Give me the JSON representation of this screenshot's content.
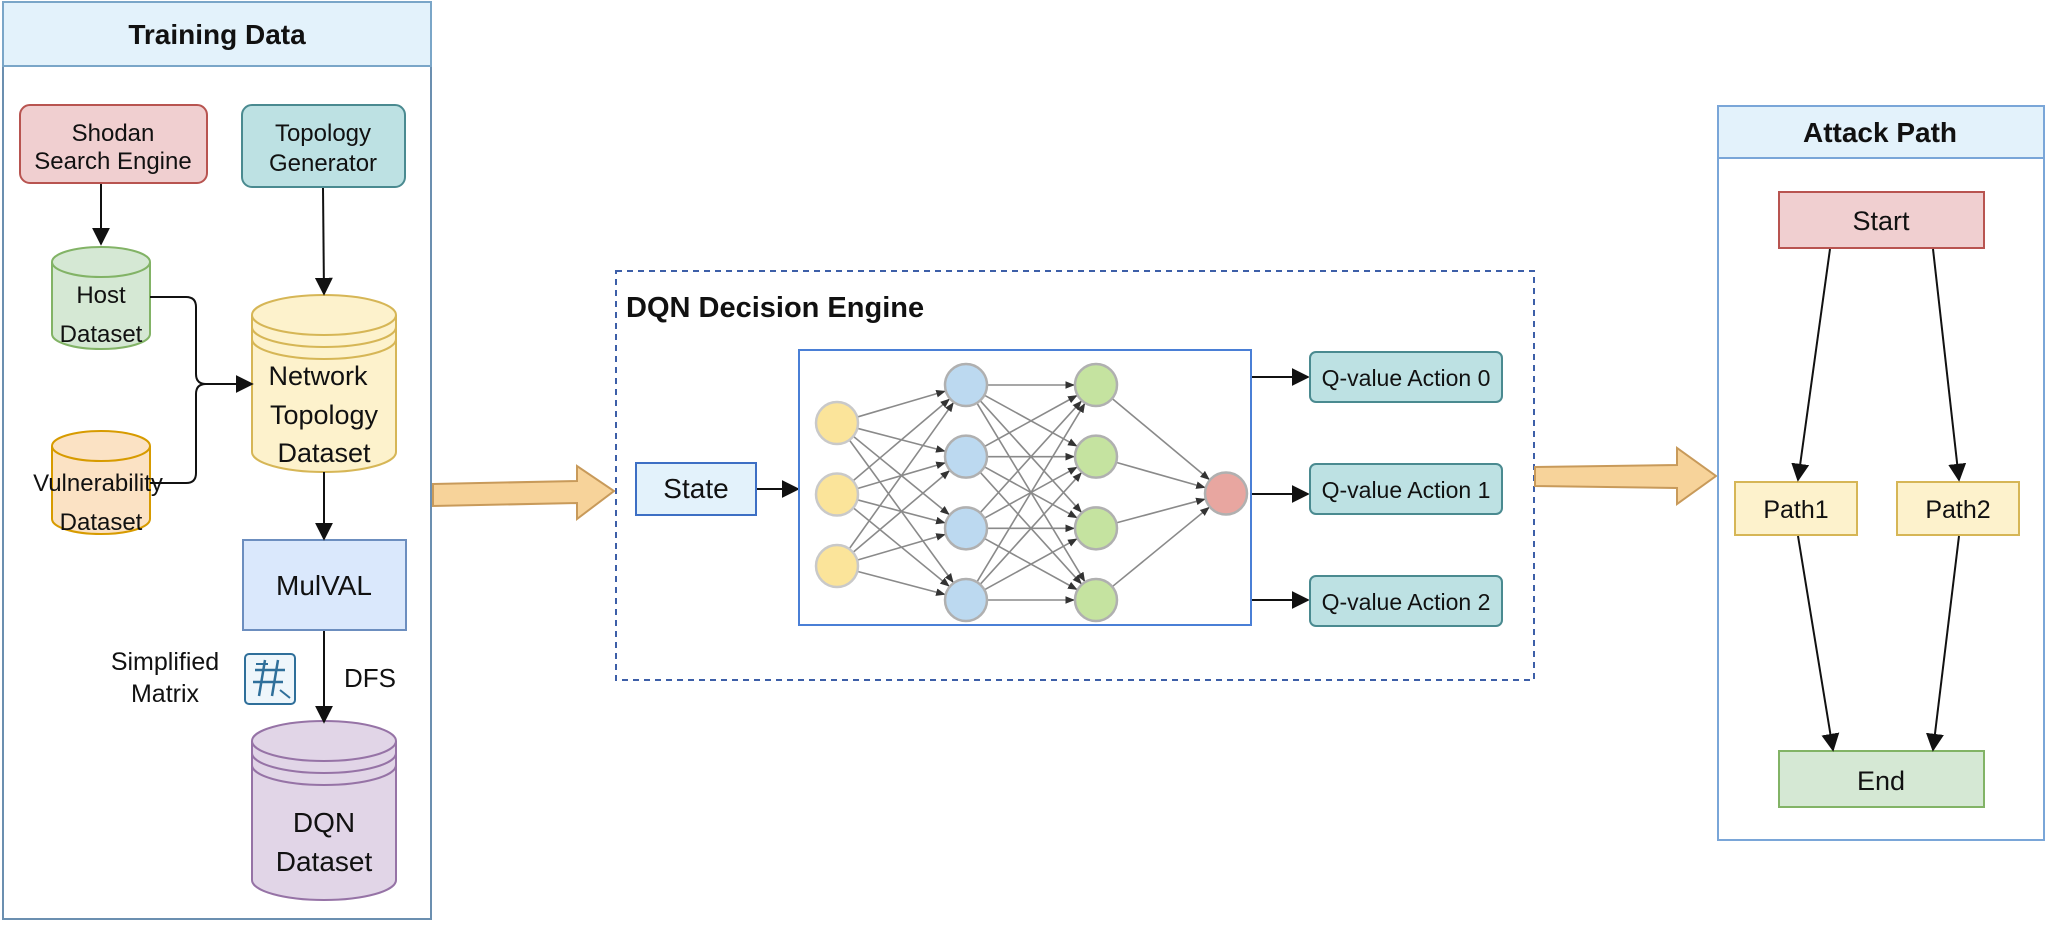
{
  "training": {
    "title": "Training Data",
    "shodan_line1": "Shodan",
    "shodan_line2": "Search Engine",
    "topology_line1": "Topology",
    "topology_line2": "Generator",
    "host_line1": "Host",
    "host_line2": "Dataset",
    "vuln_line1": "Vulnerability",
    "vuln_line2": "Dataset",
    "network_line1": "Network",
    "network_line2": "Topology",
    "network_line3": "Dataset",
    "mulval": "MulVAL",
    "simplified_line1": "Simplified",
    "simplified_line2": "Matrix",
    "dfs": "DFS",
    "dqn_line1": "DQN",
    "dqn_line2": "Dataset"
  },
  "engine": {
    "title": "DQN Decision  Engine",
    "state": "State",
    "q0": "Q-value Action 0",
    "q1": "Q-value Action 1",
    "q2": "Q-value Action 2",
    "network_layers": [
      3,
      4,
      4,
      1
    ]
  },
  "attack": {
    "title": "Attack Path",
    "start": "Start",
    "path1": "Path1",
    "path2": "Path2",
    "end": "End"
  },
  "colors": {
    "red_fill": "#f0cfd0",
    "red_stroke": "#b85450",
    "teal_fill": "#bde1e3",
    "teal_stroke": "#4a8a90",
    "green_fill": "#d5e8d4",
    "green_stroke": "#82b366",
    "orange_fill": "#fbe2c4",
    "orange_stroke": "#d79b00",
    "yellow_fill": "#fdf2cc",
    "yellow_stroke": "#d6b656",
    "blue_fill": "#dae8fc",
    "blue_stroke": "#6c8ebf",
    "purple_fill": "#e1d5e7",
    "purple_stroke": "#9673a6",
    "header_fill": "#e3f2fb",
    "panel_stroke": "#7aa6c8",
    "node_input": "#fbe49a",
    "node_hidden1": "#bcd9f0",
    "node_hidden2": "#c5e3a0",
    "node_output": "#e8a6a0"
  }
}
